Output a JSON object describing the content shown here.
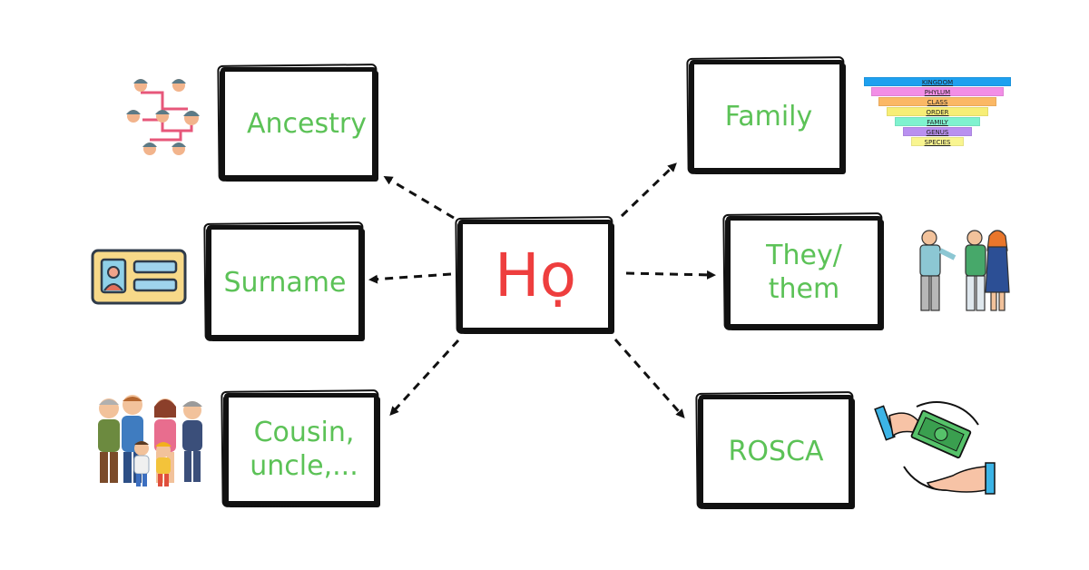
{
  "center": {
    "label": "Họ",
    "color": "#ee3e3e"
  },
  "nodes": [
    {
      "id": "ancestry",
      "label": "Ancestry",
      "icon": "family-tree-icon"
    },
    {
      "id": "surname",
      "label": "Surname",
      "icon": "id-card-icon"
    },
    {
      "id": "cousin",
      "label": "Cousin,\nuncle,...",
      "icon": "extended-family-icon"
    },
    {
      "id": "family",
      "label": "Family",
      "icon": "taxonomy-pyramid-icon"
    },
    {
      "id": "they",
      "label": "They/\nthem",
      "icon": "people-group-icon"
    },
    {
      "id": "rosca",
      "label": "ROSCA",
      "icon": "money-exchange-icon"
    }
  ],
  "label_color": "#5cc257",
  "taxonomy": [
    {
      "label": "KINGDOM",
      "color": "#1ea0ef"
    },
    {
      "label": "PHYLUM",
      "color": "#f28ee6"
    },
    {
      "label": "CLASS",
      "color": "#fbb865"
    },
    {
      "label": "ORDER",
      "color": "#f7ee76"
    },
    {
      "label": "FAMILY",
      "color": "#7ff2cf"
    },
    {
      "label": "GENUS",
      "color": "#b990f0"
    },
    {
      "label": "SPECIES",
      "color": "#f9f590"
    }
  ]
}
